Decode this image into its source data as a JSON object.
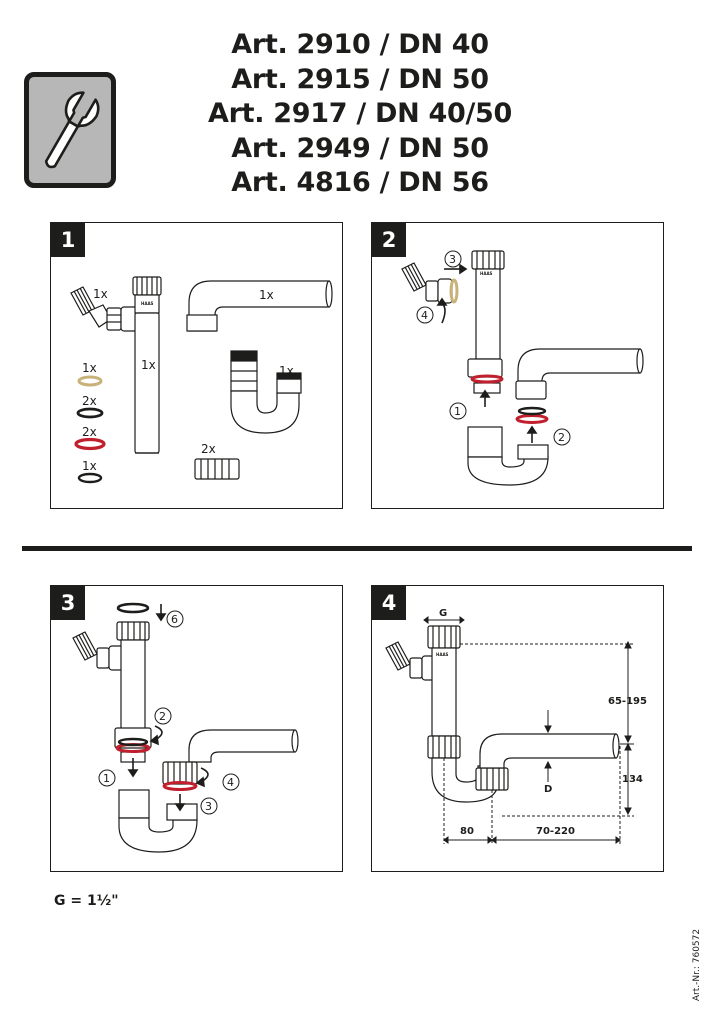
{
  "header": {
    "lines": [
      "Art. 2910 / DN 40",
      "Art. 2915 / DN 50",
      "Art. 2917 / DN 40/50",
      "Art. 2949 / DN 50",
      "Art. 4816 / DN 56"
    ]
  },
  "panels": [
    {
      "number": "1",
      "quantities": {
        "hose_connector": "1x",
        "elbow_pipe": "1x",
        "dip_tube": "1x",
        "u_bend": "1x",
        "beige_seal": "1x",
        "black_seal": "2x",
        "red_seal": "2x",
        "black_ring_small": "1x",
        "union_nuts": "2x"
      },
      "brand": "HAAS"
    },
    {
      "number": "2",
      "steps": [
        "1",
        "2",
        "3",
        "4"
      ],
      "brand": "HAAS"
    },
    {
      "number": "3",
      "steps": [
        "1",
        "2",
        "3",
        "4",
        "6"
      ]
    },
    {
      "number": "4",
      "dimensions": {
        "thread": "G",
        "height": "65-195",
        "diameter": "D",
        "depth": "134",
        "offset": "80",
        "length": "70-220"
      },
      "brand": "HAAS"
    }
  ],
  "footer": {
    "thread_note": "G = 1½\"",
    "article_number": "Art.-Nr.: 760572"
  },
  "colors": {
    "ink": "#1d1d1b",
    "badge_grey": "#b7b7b7",
    "seal_red": "#c0202e",
    "seal_beige": "#c8b27a"
  },
  "icons": {
    "badge": "wrench-icon"
  }
}
